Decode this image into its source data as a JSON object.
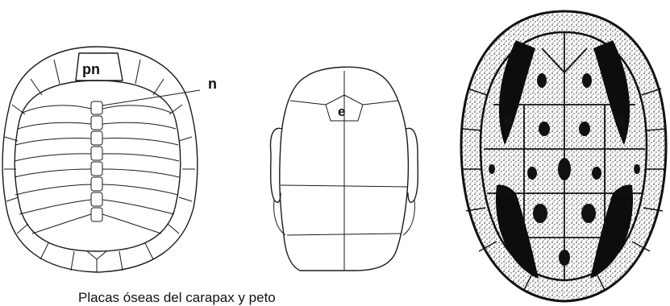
{
  "labels": {
    "carapace_pn": "pn",
    "carapace_n": "n",
    "plastron_e": "e"
  },
  "caption": "Placas óseas del carapax y peto"
}
